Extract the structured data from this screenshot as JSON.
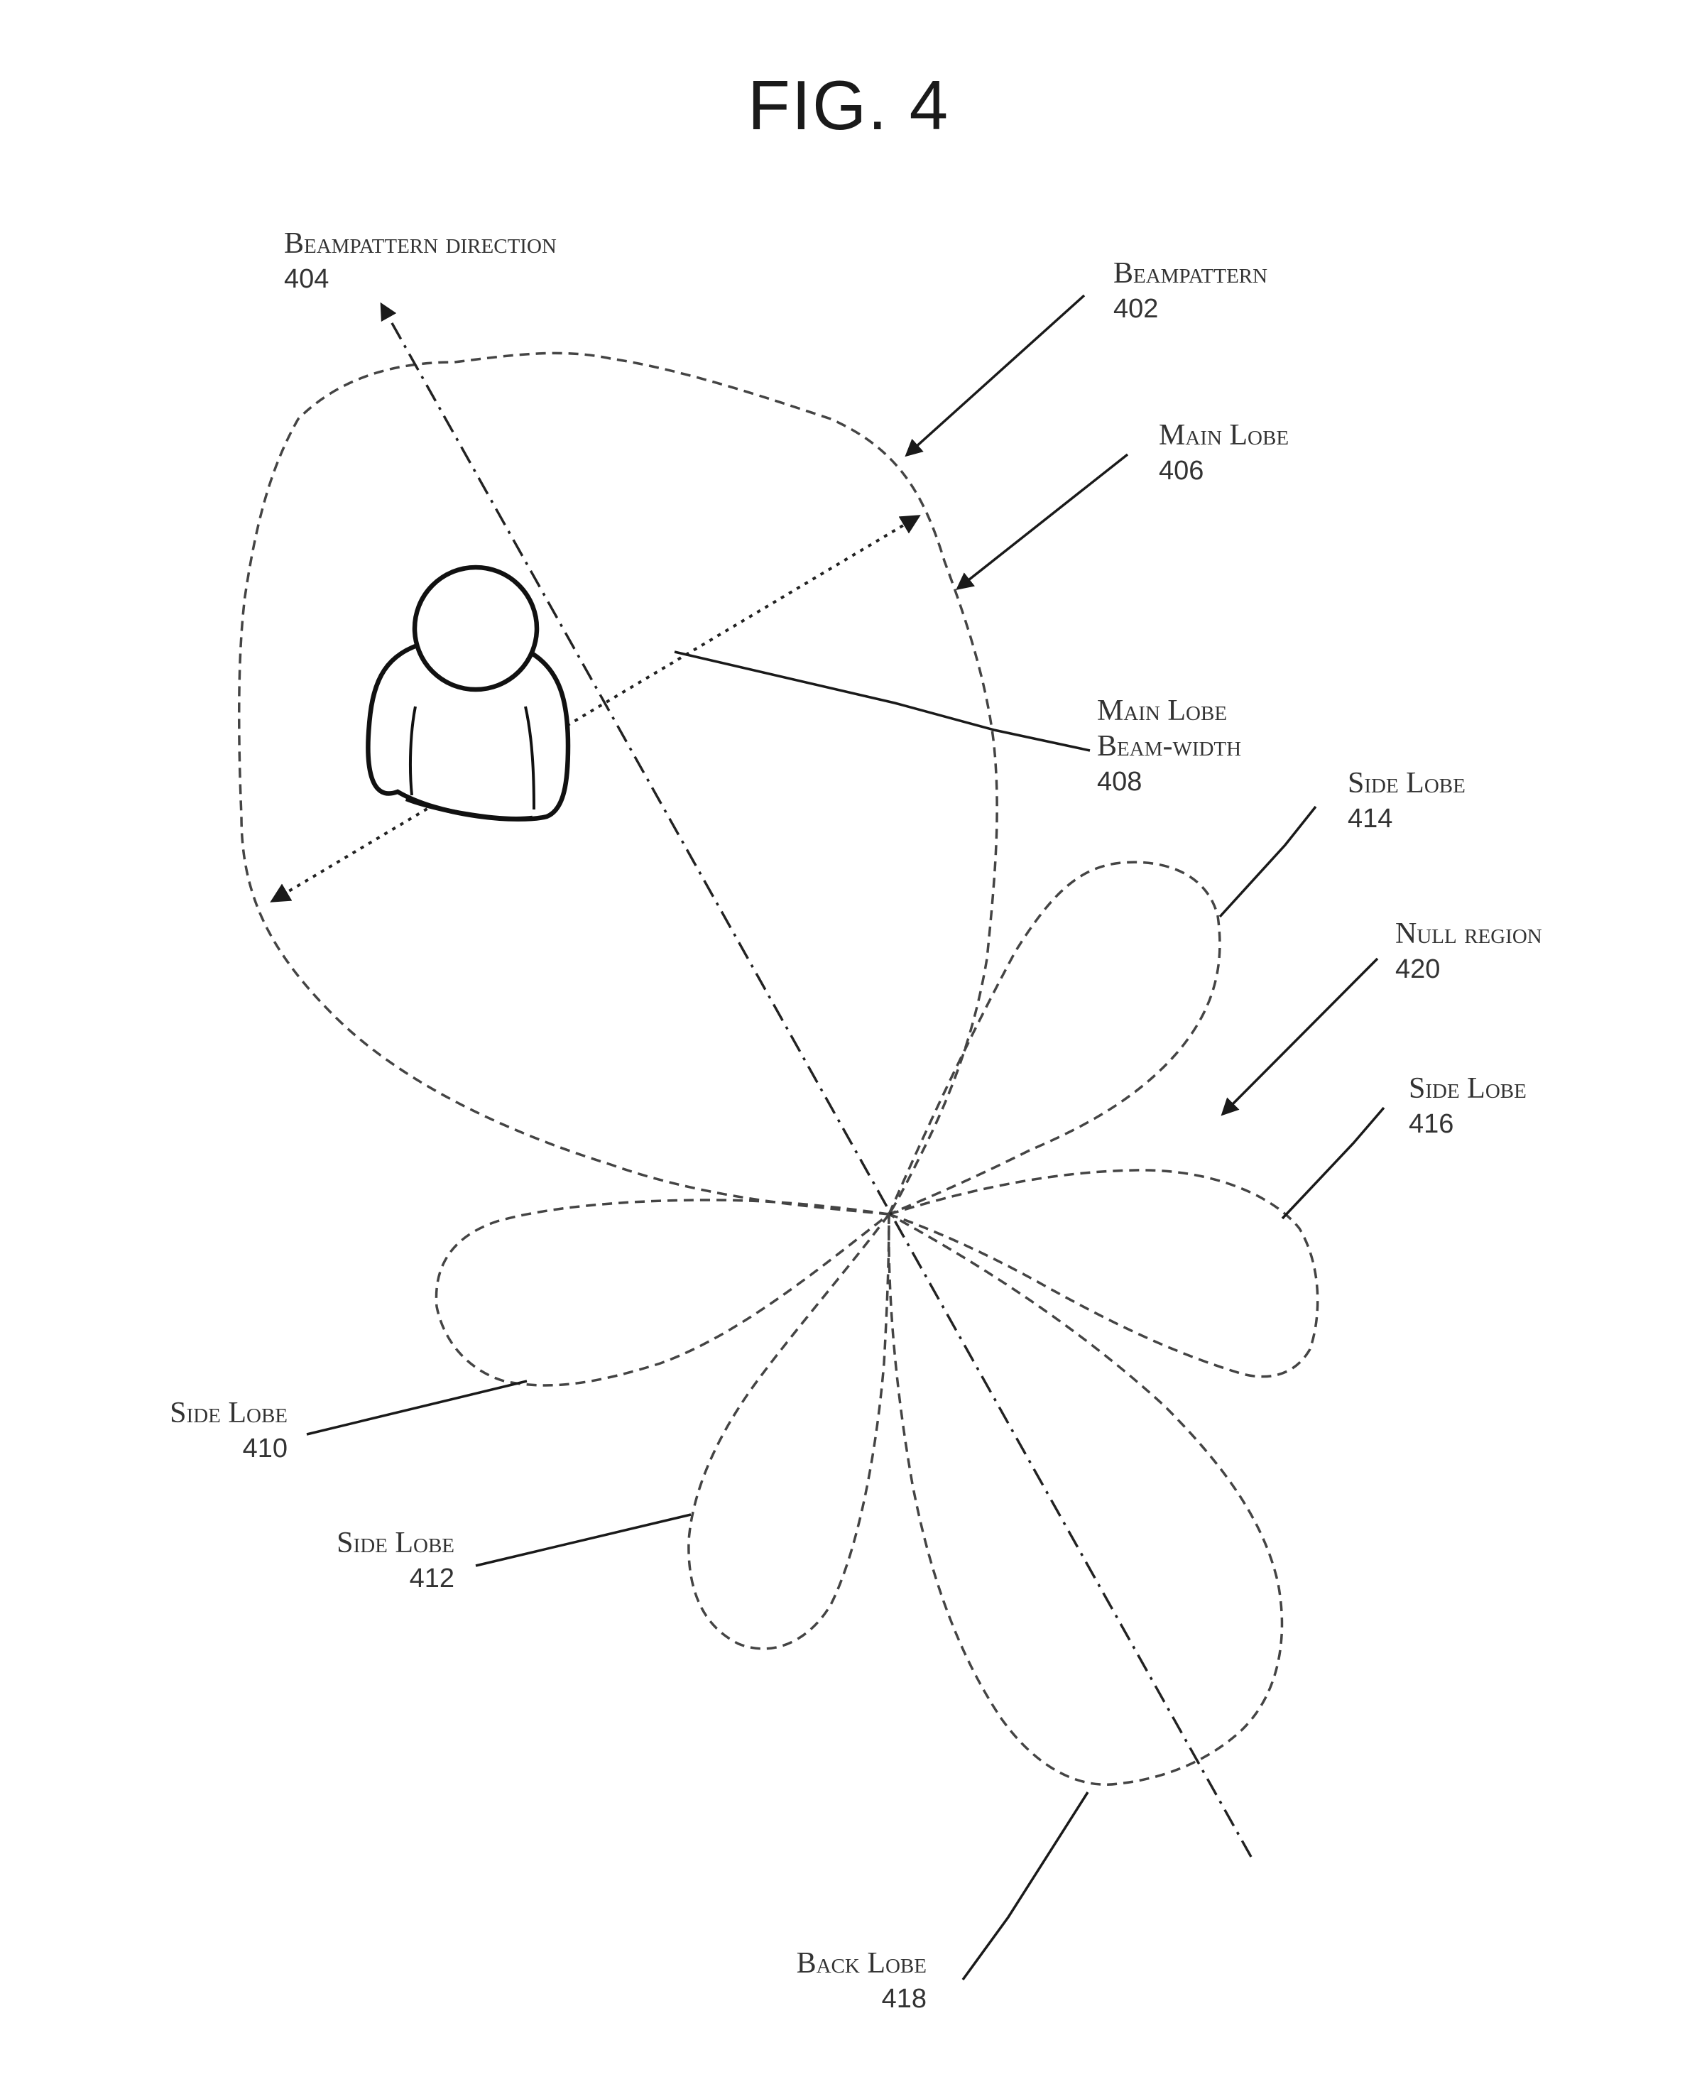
{
  "figure": {
    "title": "FIG. 4"
  },
  "labels": {
    "beampattern_direction": {
      "name": "Beampattern direction",
      "ref": "404"
    },
    "beampattern": {
      "name": "Beampattern",
      "ref": "402"
    },
    "main_lobe": {
      "name": "Main Lobe",
      "ref": "406"
    },
    "main_lobe_beam_width": {
      "name_line1": "Main Lobe",
      "name_line2": "Beam-width",
      "ref": "408"
    },
    "side_lobe_414": {
      "name": "Side Lobe",
      "ref": "414"
    },
    "null_region": {
      "name": "Null region",
      "ref": "420"
    },
    "side_lobe_416": {
      "name": "Side Lobe",
      "ref": "416"
    },
    "side_lobe_410": {
      "name": "Side Lobe",
      "ref": "410"
    },
    "side_lobe_412": {
      "name": "Side Lobe",
      "ref": "412"
    },
    "back_lobe": {
      "name": "Back Lobe",
      "ref": "418"
    }
  },
  "icons": {
    "person": "person-icon"
  },
  "colors": {
    "line": "#222222",
    "background": "#ffffff"
  }
}
